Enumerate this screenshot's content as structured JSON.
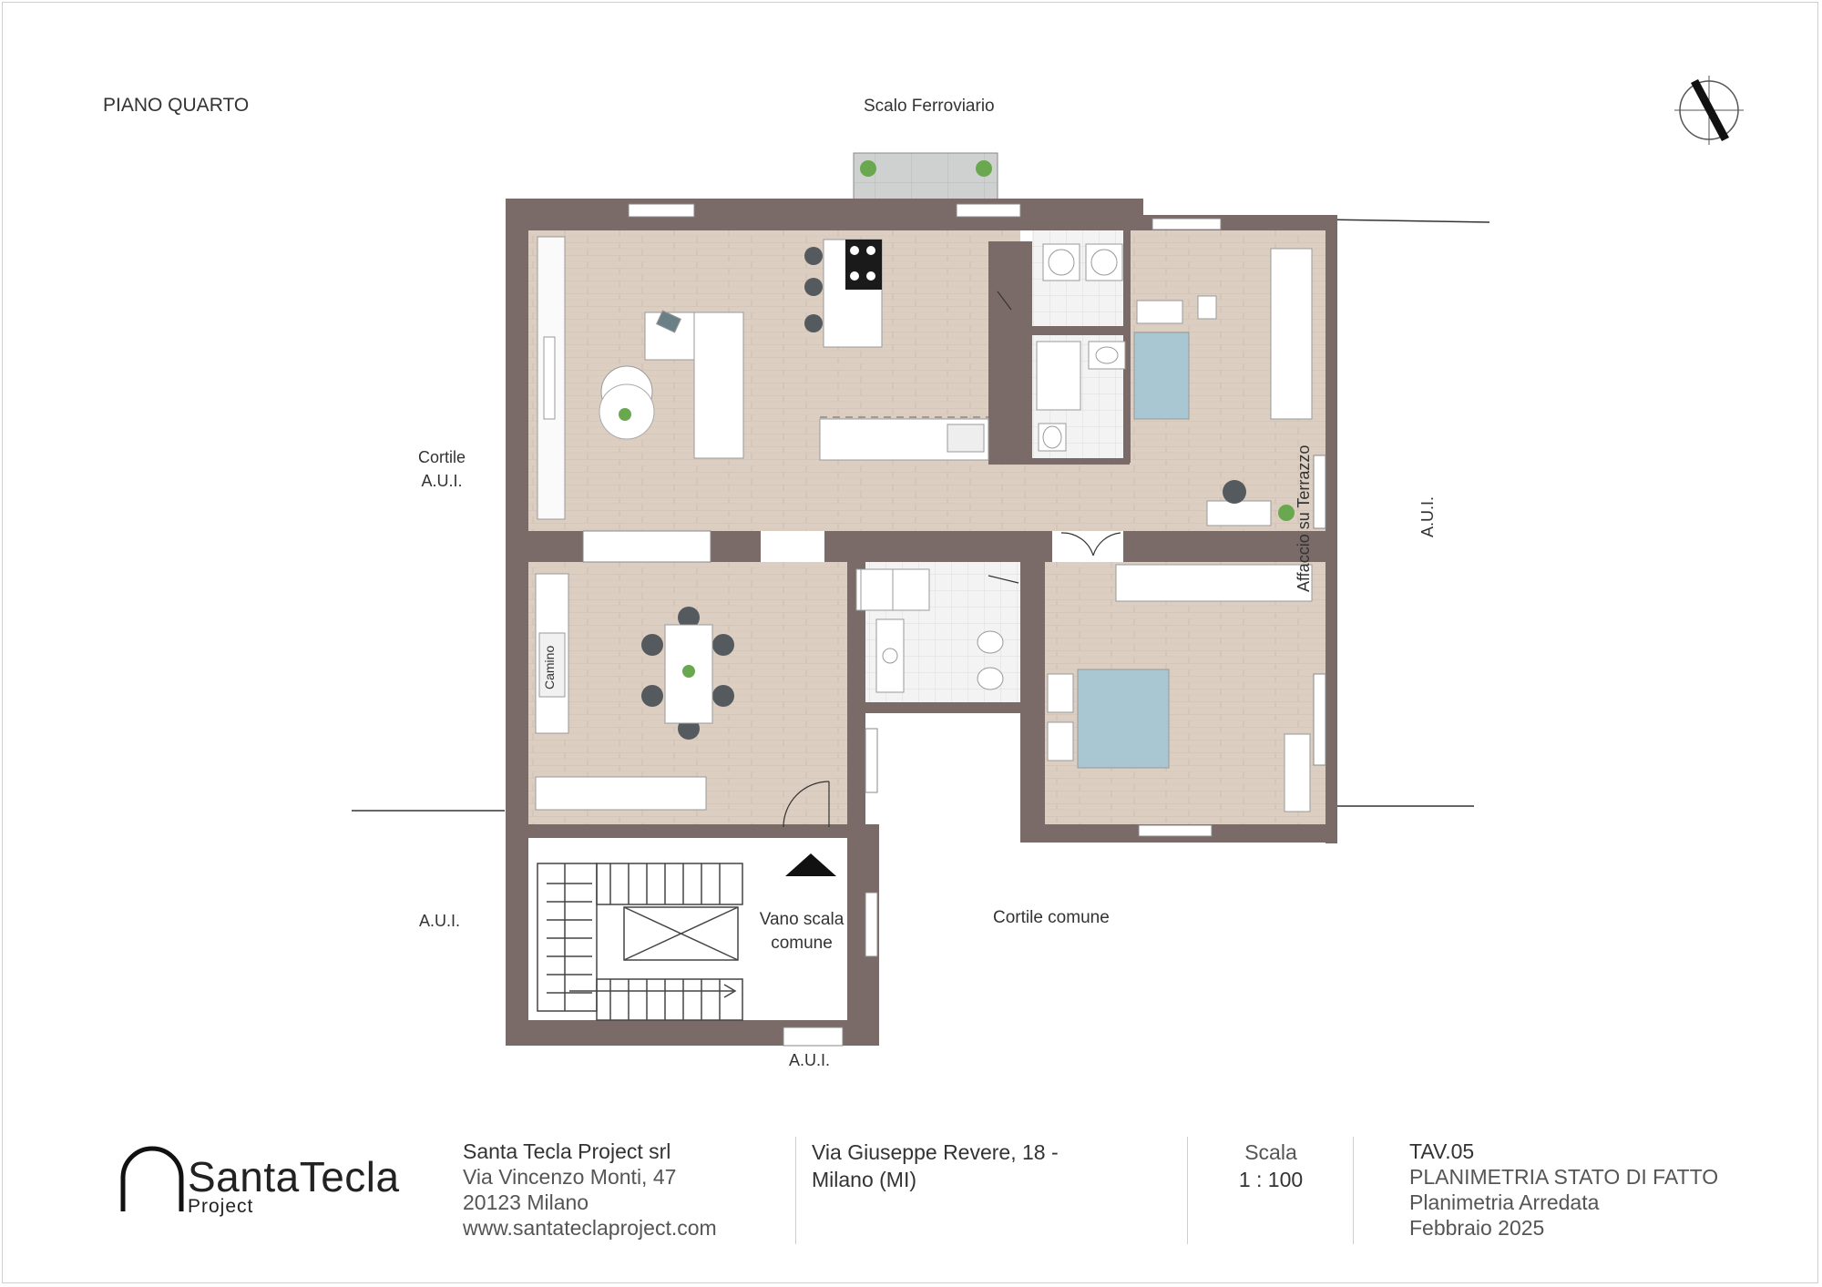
{
  "plan_labels": {
    "floor": "PIANO QUARTO",
    "north": "Scalo Ferroviario",
    "west_line1": "Cortile",
    "west_line2": "A.U.I.",
    "east_line1": "Affaccio su Terrazzo",
    "east_line2": "A.U.I.",
    "south_left": "A.U.I.",
    "south_center": "A.U.I.",
    "courtyard": "Cortile comune",
    "stair_line1": "Vano scala",
    "stair_line2": "comune",
    "fireplace": "Camino"
  },
  "footer": {
    "logo_main": "SantaTecla",
    "logo_sub": "Project",
    "company": "Santa Tecla Project srl",
    "address1": "Via Vincenzo Monti, 47",
    "address2": "20123 Milano",
    "website": "www.santateclaproject.com",
    "site_line1": "Via Giuseppe Revere, 18 -",
    "site_line2": "Milano (MI)",
    "scale_label": "Scala",
    "scale_value": "1 : 100",
    "sheet": "TAV.05",
    "title": "PLANIMETRIA STATO DI FATTO",
    "subtitle": "Planimetria Arredata",
    "date": "Febbraio 2025"
  },
  "colors": {
    "wall": "#7a6a68",
    "floor_wood": "#d9cbbd",
    "tile": "#f2f2f2",
    "bed_blue": "#a9c6d3",
    "furniture": "#ffffff",
    "chair": "#555a5e",
    "plant": "#6aa84f"
  },
  "icons": {
    "compass": "north-arrow-icon",
    "stair_arrow": "stair-direction-icon"
  }
}
